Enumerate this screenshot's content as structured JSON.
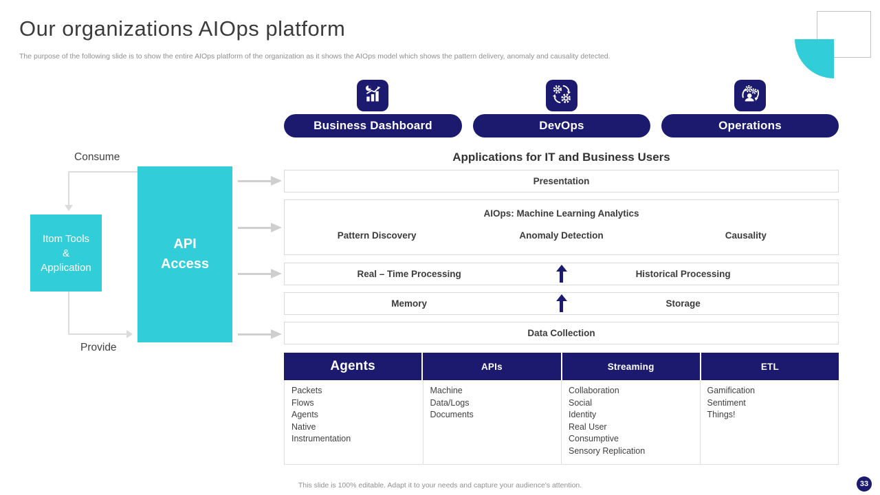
{
  "slide": {
    "title": "Our organizations AIOps platform",
    "subtitle": "The purpose of the following slide is to show the entire AIOps platform of the organization as it shows the AIOps model which shows the pattern delivery, anomaly and causality detected.",
    "footer": "This slide is 100% editable. Adapt it to your needs and capture your audience's attention.",
    "page_number": "33"
  },
  "colors": {
    "navy": "#1b1a6f",
    "teal": "#31cdd9",
    "row_border": "#d9d9d9",
    "arrow_gray": "#cfcfcf",
    "text_dark": "#3b3b3b",
    "muted_gray": "#8f8f8f"
  },
  "top_buttons": [
    {
      "label": "Business Dashboard",
      "icon": "bar-chart-icon"
    },
    {
      "label": "DevOps",
      "icon": "gears-sync-icon"
    },
    {
      "label": "Operations",
      "icon": "person-gears-icon"
    }
  ],
  "left_flow": {
    "consume_label": "Consume",
    "provide_label": "Provide",
    "source_box_lines": [
      "Itom Tools",
      "&",
      "Application"
    ],
    "api_box_lines": [
      "API",
      "Access"
    ]
  },
  "stack": {
    "heading": "Applications for IT and Business Users",
    "presentation": "Presentation",
    "aiops_title": "AIOps: Machine Learning Analytics",
    "aiops_items": [
      "Pattern Discovery",
      "Anomaly Detection",
      "Causality"
    ],
    "processing_left": "Real – Time Processing",
    "processing_right": "Historical Processing",
    "memory_left": "Memory",
    "memory_right": "Storage",
    "data_collection": "Data Collection"
  },
  "table": {
    "columns": [
      {
        "header": "Agents",
        "items": [
          "Packets",
          "Flows",
          "Agents",
          "Native",
          "Instrumentation"
        ]
      },
      {
        "header": "APIs",
        "items": [
          "Machine",
          "Data/Logs",
          "Documents"
        ]
      },
      {
        "header": "Streaming",
        "items": [
          "Collaboration",
          "Social",
          "Identity",
          "Real User",
          "Consumptive",
          "Sensory Replication"
        ]
      },
      {
        "header": "ETL",
        "items": [
          "Gamification",
          "Sentiment",
          "Things!"
        ]
      }
    ]
  }
}
